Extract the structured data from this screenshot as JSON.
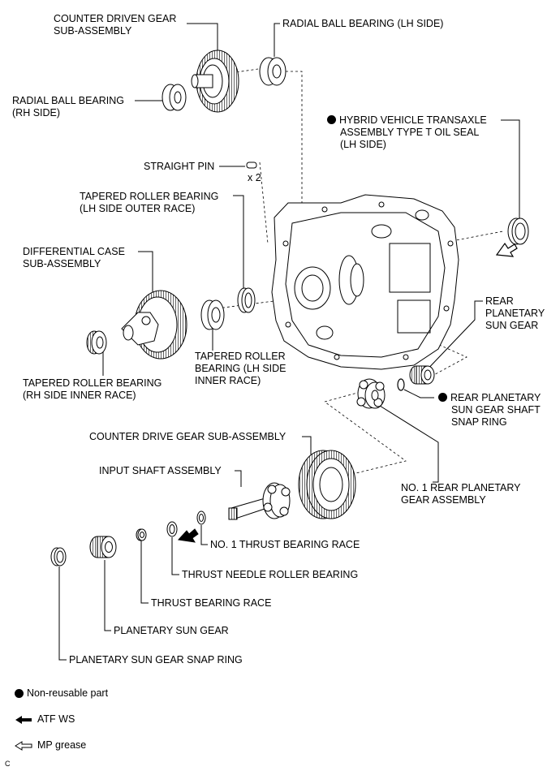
{
  "labels": {
    "counter_driven_gear": [
      "COUNTER DRIVEN GEAR",
      "SUB-ASSEMBLY"
    ],
    "radial_ball_bearing_lh": [
      "RADIAL BALL BEARING (LH SIDE)"
    ],
    "radial_ball_bearing_rh": [
      "RADIAL BALL BEARING",
      "(RH SIDE)"
    ],
    "oil_seal": [
      "HYBRID VEHICLE TRANSAXLE",
      "ASSEMBLY TYPE T OIL SEAL",
      "(LH SIDE)"
    ],
    "straight_pin": [
      "STRAIGHT PIN"
    ],
    "straight_pin_qty": "x 2",
    "tapered_outer_race": [
      "TAPERED ROLLER BEARING",
      "(LH SIDE OUTER RACE)"
    ],
    "differential_case": [
      "DIFFERENTIAL CASE",
      "SUB-ASSEMBLY"
    ],
    "rear_planetary_sun_gear": [
      "REAR",
      "PLANETARY",
      "SUN GEAR"
    ],
    "tapered_lh_inner_race": [
      "TAPERED ROLLER",
      "BEARING (LH SIDE",
      "INNER RACE)"
    ],
    "tapered_rh_inner_race": [
      "TAPERED ROLLER BEARING",
      "(RH SIDE INNER RACE)"
    ],
    "rear_planetary_snap_ring": [
      "REAR PLANETARY",
      "SUN GEAR SHAFT",
      "SNAP RING"
    ],
    "counter_drive_gear": [
      "COUNTER DRIVE GEAR SUB-ASSEMBLY"
    ],
    "input_shaft": [
      "INPUT SHAFT ASSEMBLY"
    ],
    "no1_rear_planetary_gear": [
      "NO. 1 REAR PLANETARY",
      "GEAR ASSEMBLY"
    ],
    "no1_thrust_bearing_race": [
      "NO. 1 THRUST BEARING RACE"
    ],
    "thrust_needle_roller_bearing": [
      "THRUST NEEDLE ROLLER BEARING"
    ],
    "thrust_bearing_race": [
      "THRUST BEARING RACE"
    ],
    "planetary_sun_gear": [
      "PLANETARY SUN GEAR"
    ],
    "planetary_sun_gear_snap_ring": [
      "PLANETARY SUN GEAR SNAP RING"
    ]
  },
  "legend": {
    "non_reusable": "Non-reusable part",
    "atf_ws": "ATF WS",
    "mp_grease": "MP grease"
  },
  "footer_code": "C"
}
